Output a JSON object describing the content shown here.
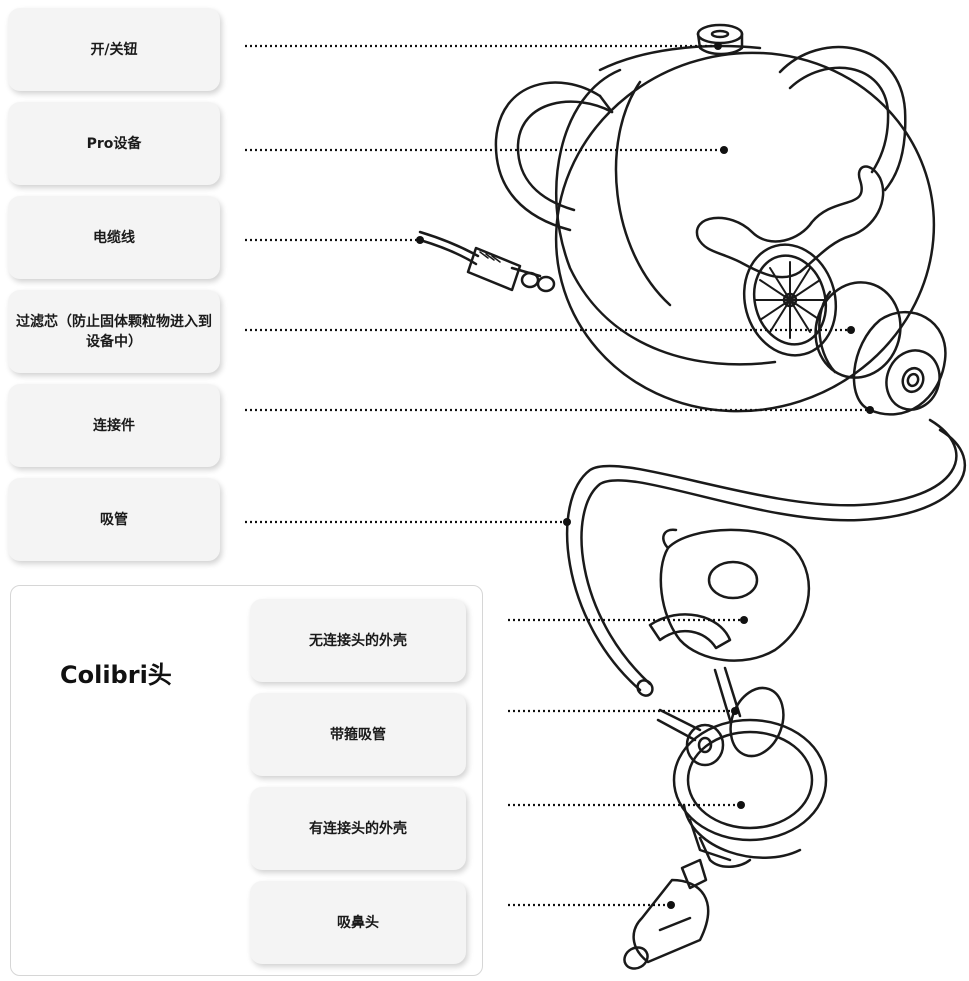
{
  "labels": {
    "on_off_button": "开/关钮",
    "pro_device": "Pro设备",
    "cable": "电缆线",
    "filter": "过滤芯（防止固体颗粒物进入到设备中）",
    "connector": "连接件",
    "suction_tube": "吸管",
    "shell_no_connector": "无连接头的外壳",
    "hose_with_clamp": "带箍吸管",
    "shell_with_connector": "有连接头的外壳",
    "nasal_tip": "吸鼻头"
  },
  "group": {
    "title": "Colibri头"
  },
  "colors": {
    "box_bg": "#f4f4f4",
    "line": "#111111",
    "outline": "#1a1a1a"
  }
}
